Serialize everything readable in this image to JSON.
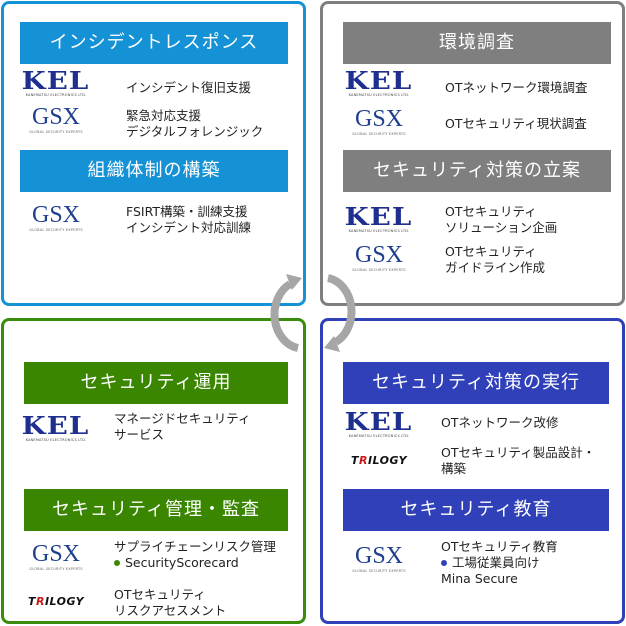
{
  "colors": {
    "incident_blue": "#1591d6",
    "survey_gray": "#7f7f7f",
    "operation_green": "#3a8600",
    "execution_navy": "#3040b8",
    "cycle_arrow_gray": "#a6a6a6"
  },
  "logos": {
    "kel": {
      "mark": "KEL",
      "sub": "KANEMATSU ELECTRONICS LTD."
    },
    "gsx": {
      "mark": "GSX",
      "sub": "GLOBAL SECURITY EXPERTS"
    },
    "trilogy": {
      "mark_pre": "T",
      "mark_r": "R",
      "mark_post": "ILOGY"
    }
  },
  "quadrants": {
    "top_left": {
      "sections": [
        {
          "title": "インシデントレスポンス",
          "items": [
            {
              "logo": "KEL",
              "text": "インシデント復旧支援"
            },
            {
              "logo": "GSX",
              "text": "緊急対応支援\nデジタルフォレンジック"
            }
          ]
        },
        {
          "title": "組織体制の構築",
          "items": [
            {
              "logo": "GSX",
              "text": "FSIRT構築・訓練支援\nインシデント対応訓練"
            }
          ]
        }
      ]
    },
    "top_right": {
      "sections": [
        {
          "title": "環境調査",
          "items": [
            {
              "logo": "KEL",
              "text": "OTネットワーク環境調査"
            },
            {
              "logo": "GSX",
              "text": "OTセキュリティ現状調査"
            }
          ]
        },
        {
          "title": "セキュリティ対策の立案",
          "items": [
            {
              "logo": "KEL",
              "text": "OTセキュリティ\nソリューション企画"
            },
            {
              "logo": "GSX",
              "text": "OTセキュリティ\nガイドライン作成"
            }
          ]
        }
      ]
    },
    "bottom_left": {
      "sections": [
        {
          "title": "セキュリティ運用",
          "items": [
            {
              "logo": "KEL",
              "text": "マネージドセキュリティ\nサービス"
            }
          ]
        },
        {
          "title": "セキュリティ管理・監査",
          "items": [
            {
              "logo": "GSX",
              "text": "サプライチェーンリスク管理",
              "bullet": "SecurityScorecard"
            },
            {
              "logo": "TRILOGY",
              "text": "OTセキュリティ\nリスクアセスメント"
            }
          ]
        }
      ]
    },
    "bottom_right": {
      "sections": [
        {
          "title": "セキュリティ対策の実行",
          "items": [
            {
              "logo": "KEL",
              "text": "OTネットワーク改修"
            },
            {
              "logo": "TRILOGY",
              "text": "OTセキュリティ製品設計・\n構築"
            }
          ]
        },
        {
          "title": "セキュリティ教育",
          "items": [
            {
              "logo": "GSX",
              "text": "OTセキュリティ教育",
              "bullet": "工場従業員向け",
              "extra": "Mina Secure"
            }
          ]
        }
      ]
    }
  },
  "center": {
    "icon": "cycle-arrows-icon"
  }
}
